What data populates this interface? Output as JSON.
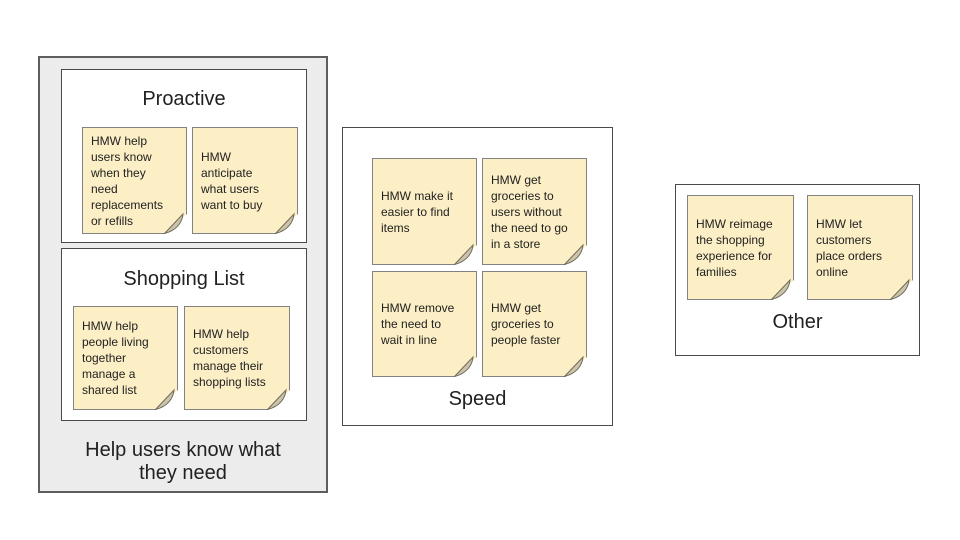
{
  "colors": {
    "page_bg": "#ffffff",
    "group_fill": "#ececec",
    "group_border": "#5e5e5e",
    "box_border": "#4a4a4a",
    "note_fill": "#fcefc6",
    "note_border": "#828282",
    "fold_fill": "#cbc4a9",
    "fold_border": "#6e6a5a",
    "text": "#212121"
  },
  "board": {
    "need": {
      "label": "Help users know what\nthey need",
      "sections": {
        "proactive": {
          "title": "Proactive",
          "notes": [
            "HMW help\nusers know\nwhen they\nneed\nreplacements\nor refills",
            "HMW\nanticipate\nwhat users\nwant to buy"
          ]
        },
        "shopping": {
          "title": "Shopping List",
          "notes": [
            "HMW help\npeople living\ntogether\nmanage a\nshared list",
            "HMW help\ncustomers\nmanage their\nshopping lists"
          ]
        }
      }
    },
    "speed": {
      "label": "Speed",
      "notes": [
        "HMW make it\neasier to find\nitems",
        "HMW get\ngroceries to\nusers without\nthe need to go\nin a store",
        "HMW remove\nthe need to\nwait in line",
        "HMW get\ngroceries to\npeople faster"
      ]
    },
    "other": {
      "label": "Other",
      "notes": [
        "HMW reimage\nthe shopping\nexperience for\nfamilies",
        "HMW let\ncustomers\nplace orders\nonline"
      ]
    }
  }
}
